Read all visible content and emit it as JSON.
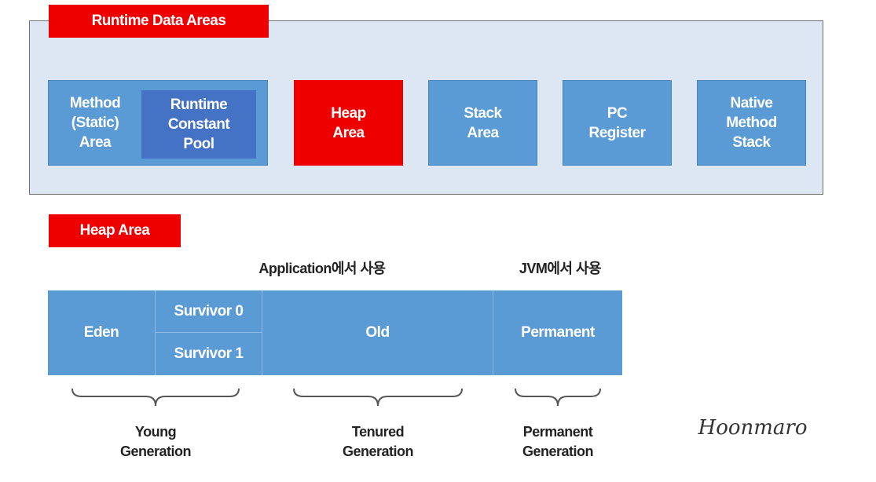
{
  "runtime": {
    "tab_label": "Runtime Data Areas",
    "method_area": "Method\n(Static)\nArea",
    "constant_pool": "Runtime\nConstant\nPool",
    "heap_area": "Heap\nArea",
    "stack_area": "Stack\nArea",
    "pc_register": "PC\nRegister",
    "native_stack": "Native\nMethod\nStack"
  },
  "heap": {
    "tab_label": "Heap Area",
    "app_usage_heading": "Application에서 사용",
    "jvm_usage_heading": "JVM에서 사용",
    "eden": "Eden",
    "survivor0": "Survivor 0",
    "survivor1": "Survivor 1",
    "old": "Old",
    "permanent": "Permanent",
    "young_generation": "Young\nGeneration",
    "tenured_generation": "Tenured\nGeneration",
    "permanent_generation": "Permanent\nGeneration"
  },
  "watermark": "Hoonmaro",
  "colors": {
    "accent_red": "#ee0000",
    "box_blue": "#5b9bd5",
    "pool_blue": "#4472c4",
    "panel_bg": "#dde7f3"
  }
}
